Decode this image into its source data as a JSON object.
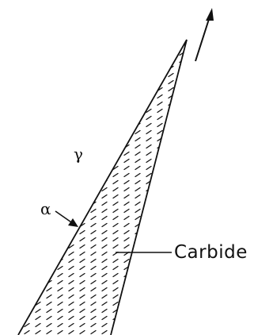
{
  "diagram": {
    "labels": {
      "gamma": "γ",
      "alpha": "α",
      "carbide": "Carbide"
    },
    "colors": {
      "ink": "#111111",
      "background": "#ffffff"
    },
    "icons": {
      "growth_arrow": "arrow-up-right-icon",
      "pointer_arrow": "arrow-pointer-icon"
    }
  }
}
